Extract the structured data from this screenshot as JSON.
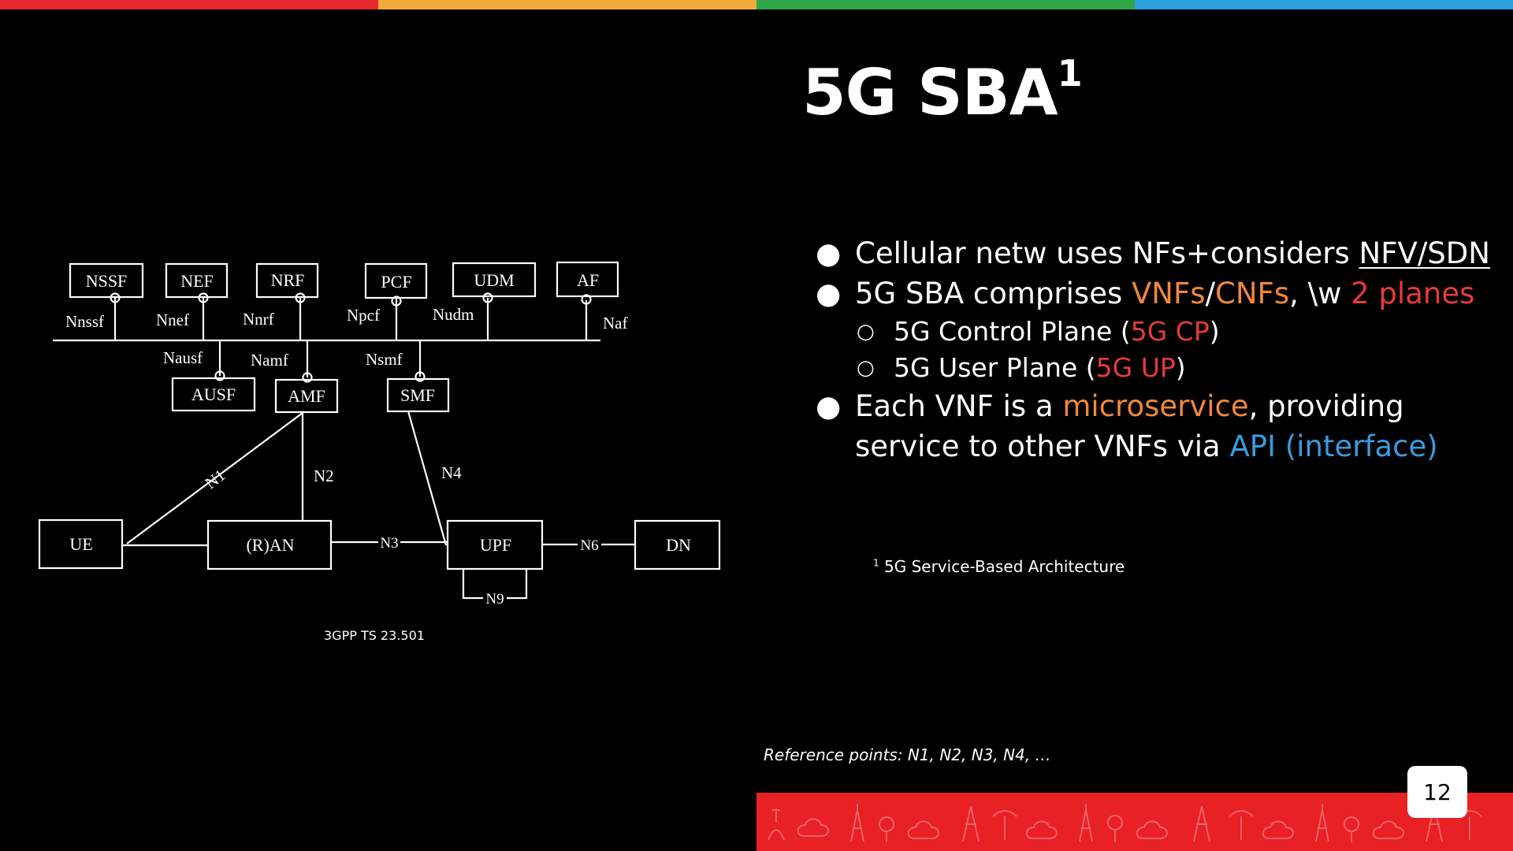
{
  "colors": {
    "bar_red": "#e8272e",
    "bar_yellow": "#f2ac3b",
    "bar_green": "#30a649",
    "bar_blue": "#2d9fdc",
    "orange": "#f0883a",
    "red": "#e83a3a",
    "blue": "#3a9bdc",
    "band_red": "#e82125"
  },
  "slide": {
    "title": "5G SBA",
    "title_sup": "1",
    "page_number": "12"
  },
  "bullets": {
    "b1_text": "Cellular netw uses NFs+considers ",
    "b1_link": "NFV/SDN",
    "b2_pre": "5G SBA comprises ",
    "b2_vnfs": "VNFs",
    "b2_slash": "/",
    "b2_cnfs": "CNFs",
    "b2_mid": ", \\w ",
    "b2_planes": "2 planes",
    "s1_pre": "5G Control Plane (",
    "s1_hl": "5G CP",
    "s1_post": ")",
    "s2_pre": "5G User Plane (",
    "s2_hl": "5G UP",
    "s2_post": ")",
    "b3_pre": "Each VNF is a ",
    "b3_hl": "microservice",
    "b3_mid": ", providing service to other VNFs via ",
    "b3_api": "API (interface)",
    "bullet_symbol": "●",
    "sub_symbol": "○"
  },
  "footnote": {
    "sup": "1",
    "text": " 5G Service-Based Architecture"
  },
  "reference_points": "Reference points: N1, N2, N3, N4, …",
  "diagram": {
    "caption": "3GPP TS 23.501",
    "nodes": {
      "nssf": "NSSF",
      "nef": "NEF",
      "nrf": "NRF",
      "pcf": "PCF",
      "udm": "UDM",
      "af": "AF",
      "ausf": "AUSF",
      "amf": "AMF",
      "smf": "SMF",
      "ue": "UE",
      "ran": "(R)AN",
      "upf": "UPF",
      "dn": "DN"
    },
    "interfaces": {
      "nnssf": "Nnssf",
      "nnef": "Nnef",
      "nnrf": "Nnrf",
      "npcf": "Npcf",
      "nudm": "Nudm",
      "naf": "Naf",
      "nausf": "Nausf",
      "namf": "Namf",
      "nsmf": "Nsmf"
    },
    "refs": {
      "n1": "N1",
      "n2": "N2",
      "n3": "N3",
      "n4": "N4",
      "n6": "N6",
      "n9": "N9"
    }
  }
}
